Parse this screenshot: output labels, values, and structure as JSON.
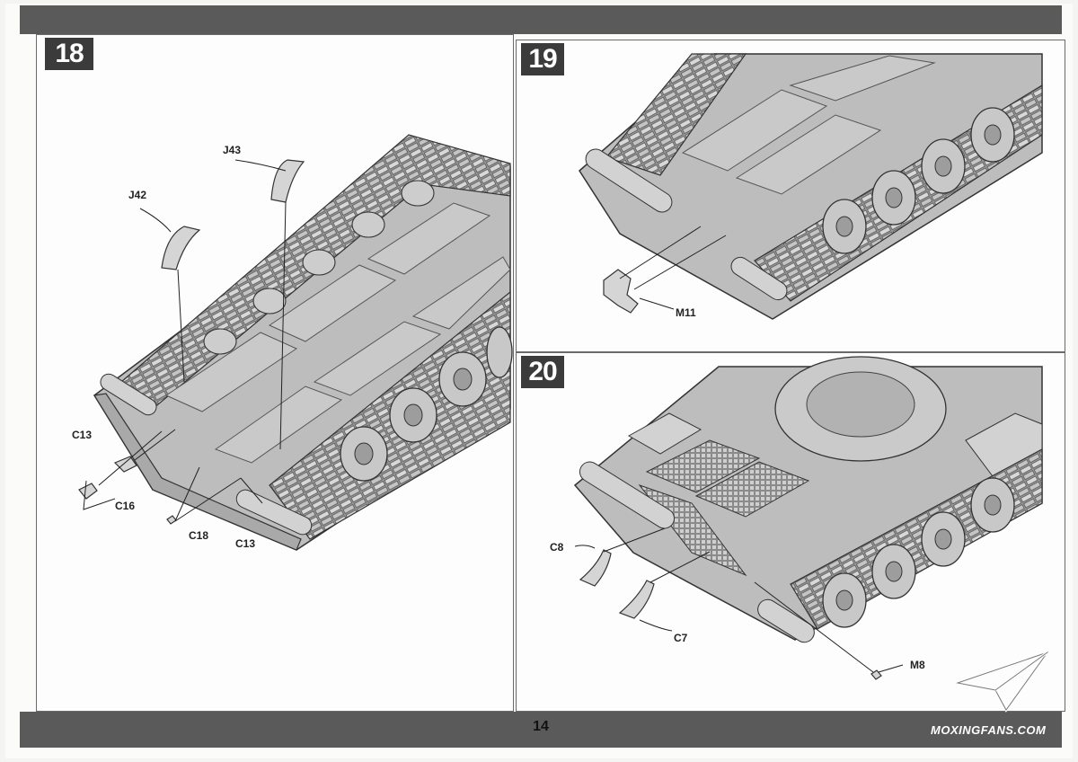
{
  "page": {
    "number": "14"
  },
  "steps": [
    {
      "id": "18",
      "labels": {
        "j43": "J43",
        "j42": "J42",
        "c13_left": "C13",
        "c16": "C16",
        "c18": "C18",
        "c13_right": "C13"
      }
    },
    {
      "id": "19",
      "labels": {
        "m11": "M11"
      }
    },
    {
      "id": "20",
      "labels": {
        "c8": "C8",
        "c7": "C7",
        "m8": "M8"
      }
    }
  ],
  "watermark": {
    "text": "MOXINGFANS.COM",
    "icon": "paper-plane-icon"
  },
  "colors": {
    "band": "#5a5a5a",
    "step_badge": "#3b3b3b",
    "hull": "#bdbdbd"
  }
}
